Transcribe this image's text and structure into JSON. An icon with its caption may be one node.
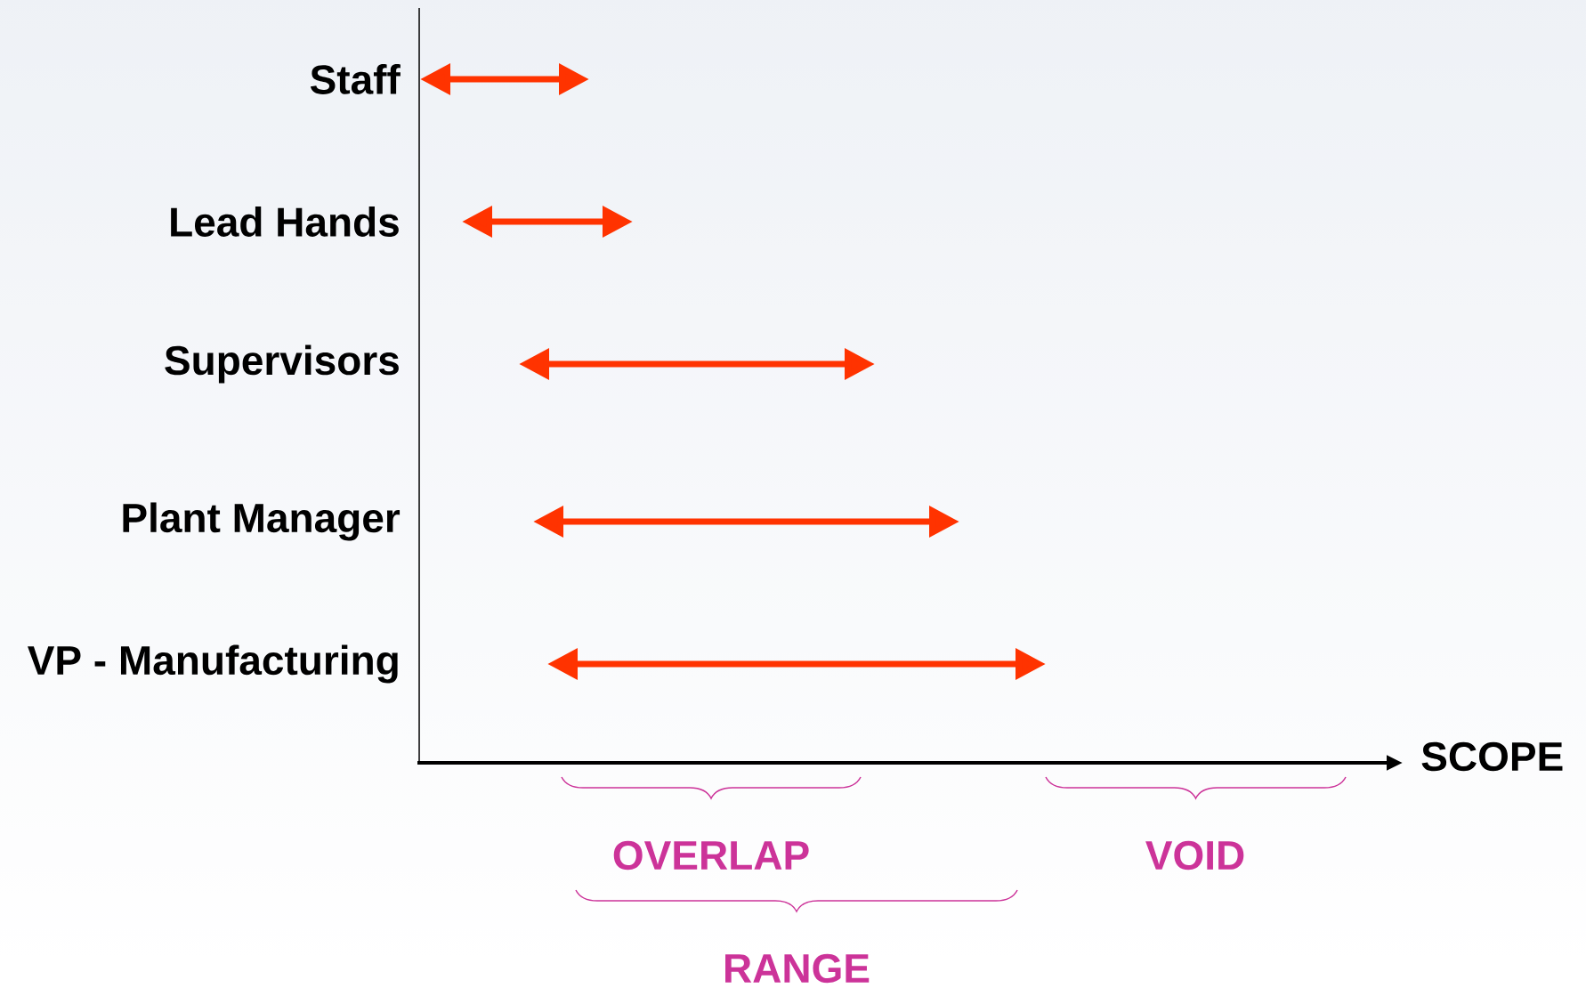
{
  "diagram": {
    "labels": [
      "Staff",
      "Lead Hands",
      "Supervisors",
      "Plant Manager",
      "VP - Manufacturing",
      "SCOPE",
      "OVERLAP",
      "VOID",
      "RANGE"
    ]
  }
}
